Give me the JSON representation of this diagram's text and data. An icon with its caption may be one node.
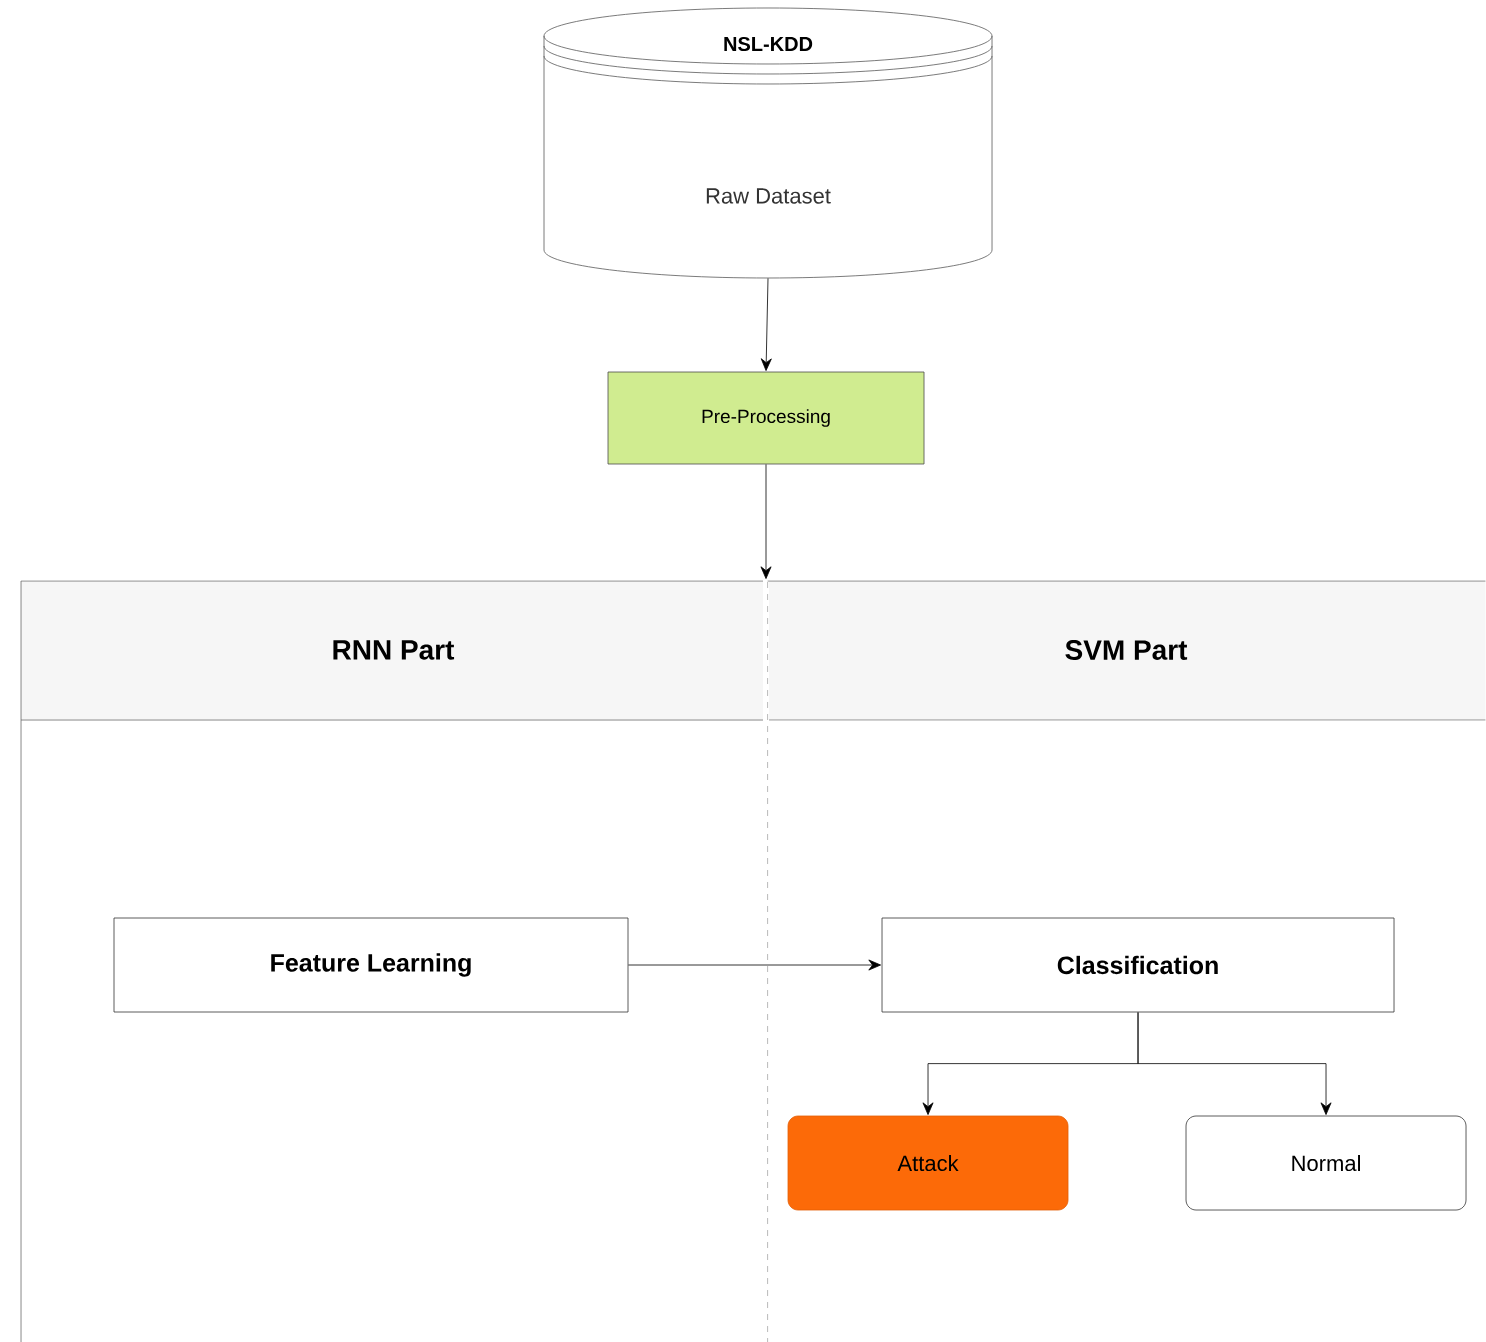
{
  "diagram": {
    "nodes": [
      {
        "text": [
          "NSL-KDD",
          "Raw Dataset"
        ]
      },
      {
        "text": [
          "Pre-Processing"
        ]
      },
      {
        "text": [
          "RNN Part"
        ]
      },
      {
        "text": [
          "SVM Part"
        ]
      },
      {
        "text": [
          "Feature Learning"
        ],
        "in": 2
      },
      {
        "text": [
          "Classification"
        ],
        "in": 3
      },
      {
        "text": [
          "Attack"
        ],
        "in": 3
      },
      {
        "text": [
          "Normal"
        ],
        "in": 3
      }
    ],
    "edges": [
      {
        "from": 0,
        "to": 1,
        "arrow": "to"
      },
      {
        "from": 1,
        "to": 3,
        "arrow": "to"
      },
      {
        "from": 4,
        "to": 5,
        "arrow": "to"
      },
      {
        "from": 5,
        "to": 6,
        "arrow": "to"
      },
      {
        "from": 5,
        "to": 7,
        "arrow": "to"
      }
    ]
  }
}
